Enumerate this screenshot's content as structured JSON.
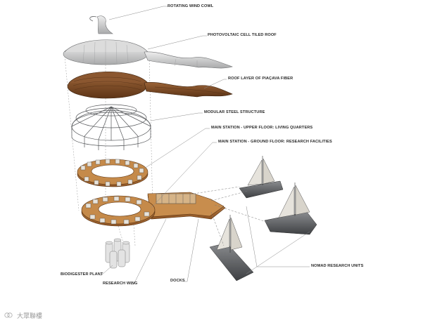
{
  "diagram": {
    "labels": [
      {
        "id": "rotating-wind-cowl",
        "text": "ROTATING WIND COWL"
      },
      {
        "id": "photovoltaic-roof",
        "text": "PHOTOVOLTAIC CELL TILED ROOF"
      },
      {
        "id": "roof-layer-piacava",
        "text": "ROOF LAYER OF PIAÇAVA FIBER"
      },
      {
        "id": "modular-steel-structure",
        "text": "MODULAR STEEL STRUCTURE"
      },
      {
        "id": "upper-floor",
        "text": "MAIN STATION - UPPER FLOOR: LIVING QUARTERS"
      },
      {
        "id": "ground-floor",
        "text": "MAIN STATION - GROUND FLOOR: RESEARCH FACILITIES"
      },
      {
        "id": "nomad-research-units",
        "text": "NOMAD RESEARCH UNITS"
      },
      {
        "id": "biodigester-plant",
        "text": "BIODIGESTER PLANT"
      },
      {
        "id": "research-wing",
        "text": "RESEARCH WING"
      },
      {
        "id": "docks",
        "text": "DOCKS"
      }
    ],
    "colors": {
      "roof_metal": "#c9cacb",
      "fiber": "#7a4a26",
      "steel": "#5c5e61",
      "wood_floor": "#b97a3c",
      "sail": "#e6e3dc",
      "leader_line": "#8a8a8a"
    }
  },
  "watermark": {
    "text": "大眾聯樓",
    "icon": "logo-glyph"
  }
}
